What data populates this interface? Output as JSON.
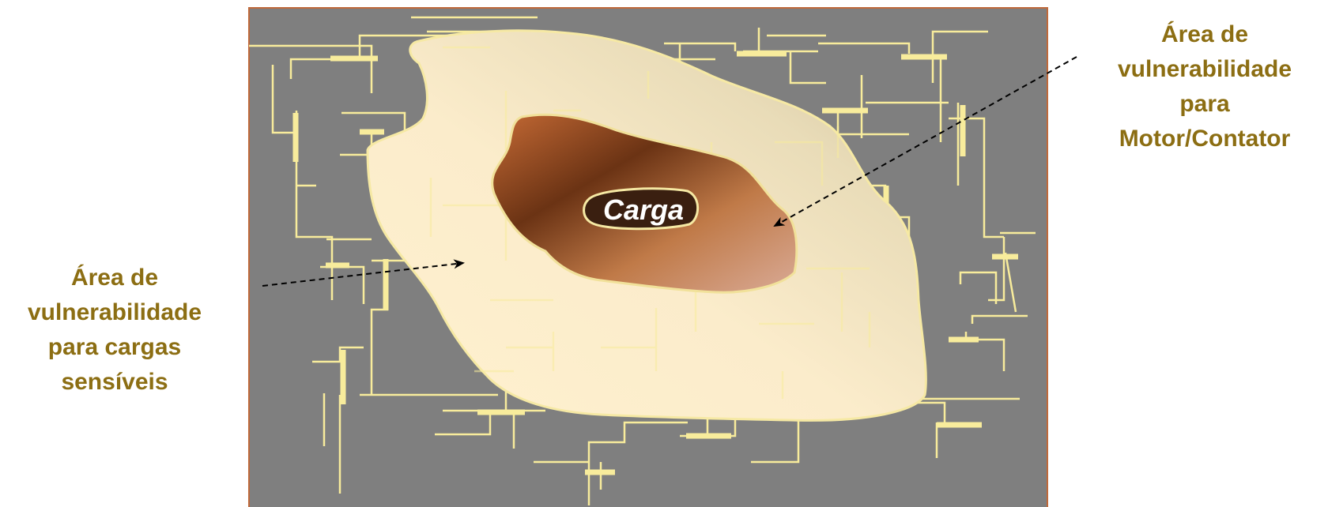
{
  "diagram": {
    "center_label": "Carga",
    "left_label": [
      "Área de",
      "vulnerabilidade",
      "para cargas",
      "sensíveis"
    ],
    "right_label": [
      "Área de",
      "vulnerabilidade",
      "para",
      "Motor/Contator"
    ]
  },
  "colors": {
    "background": "#7f7f7f",
    "frame": "#c0693a",
    "network_lines": "#f8ec9c",
    "label_text": "#8c6e13",
    "outer_area": "#fbeccb",
    "inner_area": "#8a4a20"
  },
  "icons": [
    "left-pointer-arrow-icon",
    "right-pointer-arrow-icon"
  ]
}
